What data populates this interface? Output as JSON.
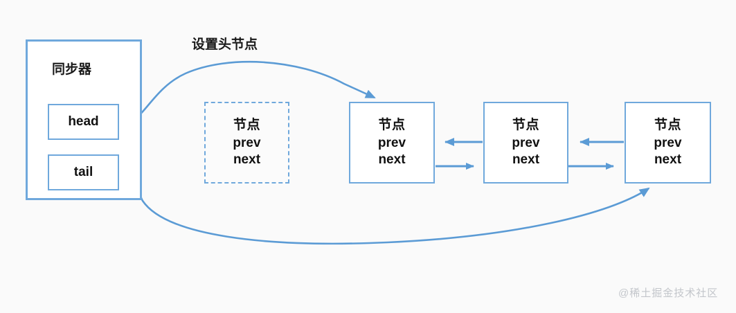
{
  "diagram": {
    "title": "设置头节点",
    "background_color": "#fafafa",
    "accent_color": "#6fa8dc",
    "text_color": "#111111"
  },
  "synchronizer": {
    "label": "同步器",
    "slots": [
      {
        "id": "head",
        "label": "head"
      },
      {
        "id": "tail",
        "label": "tail"
      }
    ]
  },
  "nodes": [
    {
      "id": "node-placeholder",
      "style": "dashed",
      "title": "节点",
      "prev_label": "prev",
      "next_label": "next"
    },
    {
      "id": "node-1",
      "style": "solid",
      "title": "节点",
      "prev_label": "prev",
      "next_label": "next"
    },
    {
      "id": "node-2",
      "style": "solid",
      "title": "节点",
      "prev_label": "prev",
      "next_label": "next"
    },
    {
      "id": "node-3",
      "style": "solid",
      "title": "节点",
      "prev_label": "prev",
      "next_label": "next"
    }
  ],
  "connections": [
    {
      "id": "head-to-node1",
      "from": "head",
      "to": "node-1",
      "kind": "curve"
    },
    {
      "id": "tail-to-node3",
      "from": "tail",
      "to": "node-3",
      "kind": "curve"
    },
    {
      "id": "node2-prev-node1",
      "from": "node-2",
      "to": "node-1",
      "kind": "prev"
    },
    {
      "id": "node1-next-node2",
      "from": "node-1",
      "to": "node-2",
      "kind": "next"
    },
    {
      "id": "node3-prev-node2",
      "from": "node-3",
      "to": "node-2",
      "kind": "prev"
    },
    {
      "id": "node2-next-node3",
      "from": "node-2",
      "to": "node-3",
      "kind": "next"
    }
  ],
  "watermark": {
    "text": "@稀土掘金技术社区"
  }
}
